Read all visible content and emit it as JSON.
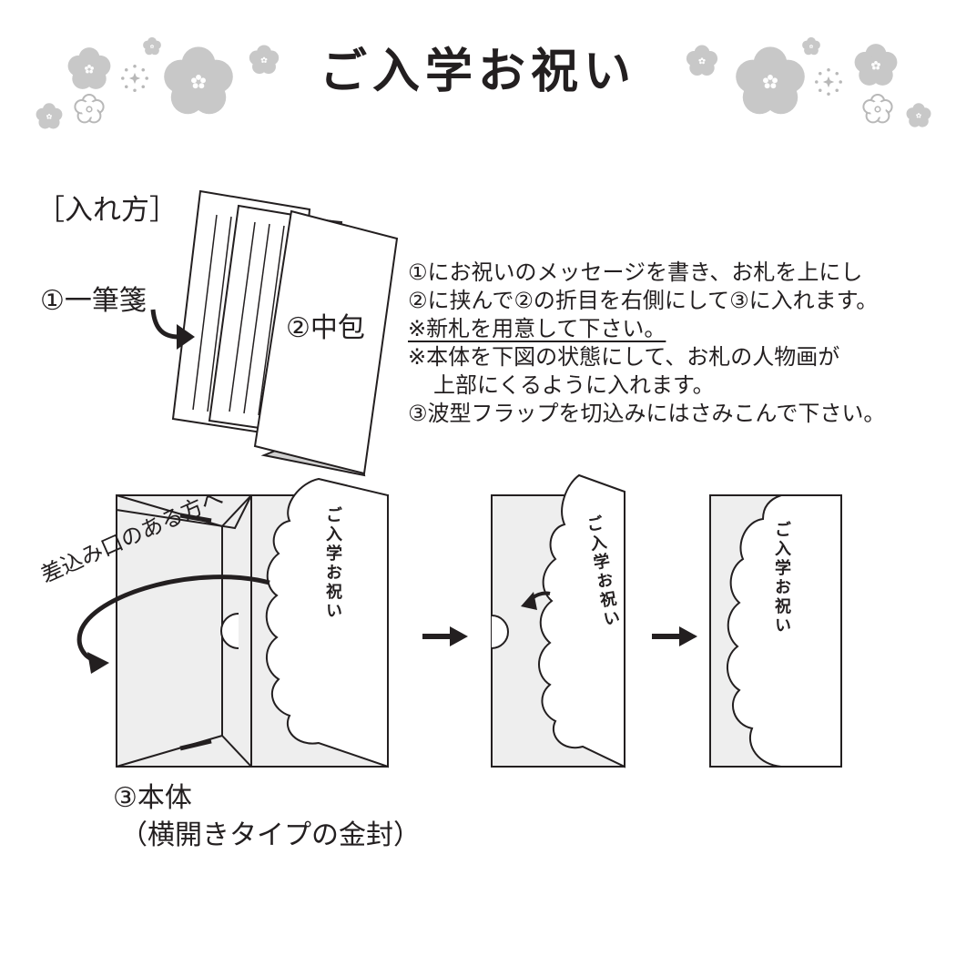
{
  "title": "ご入学お祝い",
  "how_to_label": "［入れ方］",
  "label_sheet": "①一筆箋",
  "label_inner": "②中包",
  "instructions": [
    "①にお祝いのメッセージを書き、お札を上にし",
    "②に挟んで②の折目を右側にして③に入れます。",
    "※新札を用意して下さい。",
    "※本体を下図の状態にして、お札の人物画が",
    "上部にくるように入れます。",
    "③波型フラップを切込みにはさみこんで下さい。"
  ],
  "insert_direction": "差込み口のある方へ",
  "envelope_text": "ご入学お祝い",
  "label_body": "③本体",
  "label_body_sub": "（横開きタイプの金封）",
  "colors": {
    "ink": "#231f20",
    "flower_gray": "#c8c8c8",
    "panel_gray": "#eeeeee"
  }
}
